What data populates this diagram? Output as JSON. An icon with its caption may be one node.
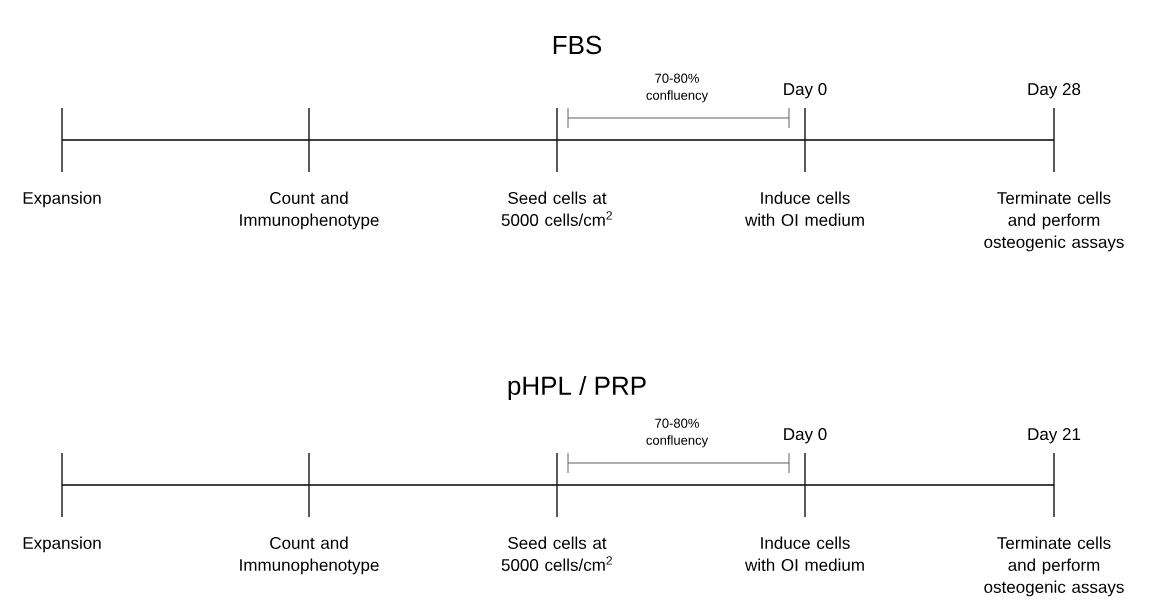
{
  "diagram": {
    "nodes": [
      {
        "text": [
          "Expansion"
        ]
      },
      {
        "text": [
          "Count and Immunophenotype"
        ]
      },
      {
        "text": [
          "Seed cells at 5000 cells/cm$^{2}$"
        ]
      },
      {
        "text": [
          "Induce cells with OI medium"
        ],
        "beside": [
          "Day 0"
        ]
      },
      {
        "text": [
          "Terminate cells and perform osteogenic assays"
        ],
        "beside": [
          "Day 28"
        ]
      },
      {
        "text": [
          "Expansion"
        ]
      },
      {
        "text": [
          "Count and Immunophenotype"
        ]
      },
      {
        "text": [
          "Seed cells at 5000 cells/cm$^{2}$"
        ]
      },
      {
        "text": [
          "Induce cells with OI medium"
        ],
        "beside": [
          "Day 0"
        ]
      },
      {
        "text": [
          "Terminate cells and perform osteogenic assays"
        ],
        "beside": [
          "Day 21"
        ]
      }
    ],
    "edges": [
      {
        "from": 0,
        "to": 1,
        "arrow": "none"
      },
      {
        "from": 1,
        "to": 2,
        "arrow": "none"
      },
      {
        "from": 2,
        "to": 3,
        "arrow": "none"
      },
      {
        "from": 3,
        "to": 4,
        "arrow": "none"
      },
      {
        "from": 5,
        "to": 6,
        "arrow": "none"
      },
      {
        "from": 6,
        "to": 7,
        "arrow": "none"
      },
      {
        "from": 7,
        "to": 8,
        "arrow": "none"
      },
      {
        "from": 8,
        "to": 9,
        "arrow": "none"
      }
    ],
    "labels": [
      "FBS",
      "70-80% confluency",
      "pHPL / PRP",
      "70-80% confluency"
    ]
  }
}
